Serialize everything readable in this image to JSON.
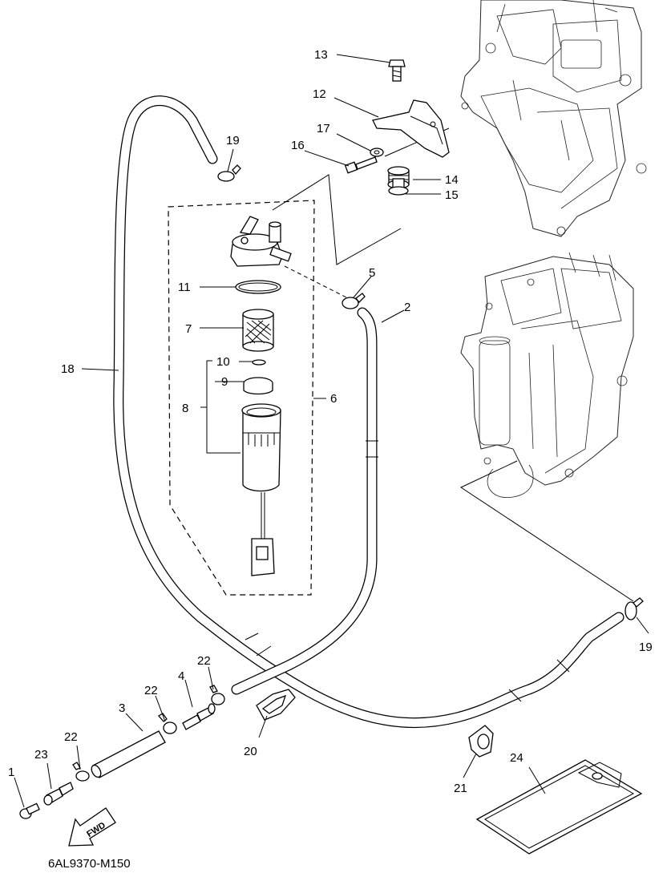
{
  "diagram_code": "6AL9370-M150",
  "fwd_label": "FWD",
  "callouts": {
    "c1": "1",
    "c2": "2",
    "c3": "3",
    "c4": "4",
    "c5": "5",
    "c6": "6",
    "c7": "7",
    "c8": "8",
    "c9": "9",
    "c10": "10",
    "c11": "11",
    "c12": "12",
    "c13": "13",
    "c14": "14",
    "c15": "15",
    "c16": "16",
    "c17": "17",
    "c18": "18",
    "c19a": "19",
    "c19b": "19",
    "c20": "20",
    "c21": "21",
    "c22a": "22",
    "c22b": "22",
    "c22c": "22",
    "c23": "23",
    "c24": "24"
  }
}
